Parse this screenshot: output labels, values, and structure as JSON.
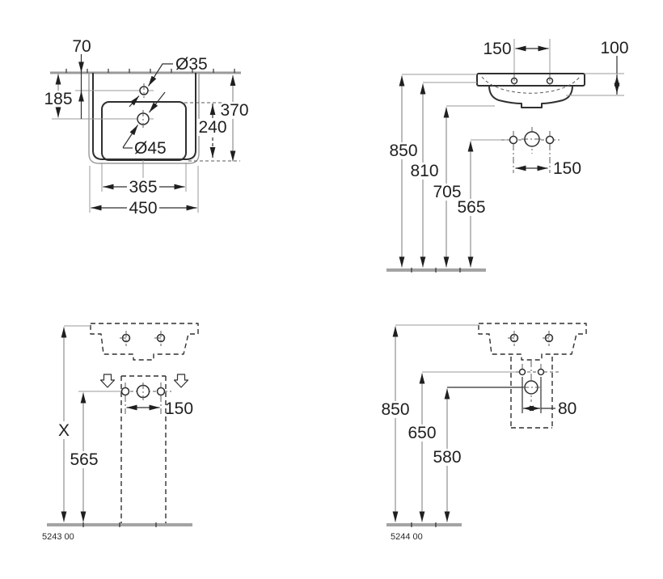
{
  "drawing": {
    "plan": {
      "dim_tap_from_wall": "70",
      "dia_tap_hole": "Ø35",
      "dim_drain_from_wall": "185",
      "dim_overall_depth": "370",
      "dim_bowl_depth": "240",
      "dia_drain_hole": "Ø45",
      "dim_bowl_width": "365",
      "dim_overall_width": "450"
    },
    "front": {
      "dim_mount_hole_spacing": "150",
      "dim_apron_height": "100",
      "dim_rim_height": "850",
      "dim_mount_height": "810",
      "dim_body_bottom_height": "705",
      "dim_supply_height": "565",
      "dim_supply_spacing": "150"
    },
    "pedestal": {
      "dim_total_height": "X",
      "dim_supply_height": "565",
      "dim_supply_spacing": "150",
      "article_code": "5243 00"
    },
    "siphon": {
      "dim_rim_height": "850",
      "dim_supply_height": "650",
      "dim_drain_height": "580",
      "dim_supply_spacing": "80",
      "article_code": "5244 00"
    }
  }
}
